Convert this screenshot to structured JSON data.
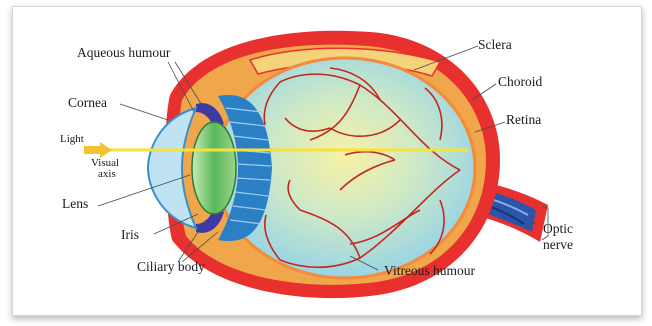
{
  "labels": {
    "aqueous_humour": "Aqueous humour",
    "cornea": "Cornea",
    "light": "Light",
    "visual_axis_1": "Visual",
    "visual_axis_2": "axis",
    "lens": "Lens",
    "iris": "Iris",
    "ciliary_body": "Ciliary body",
    "sclera": "Sclera",
    "choroid": "Choroid",
    "retina": "Retina",
    "optic_nerve_1": "Optic",
    "optic_nerve_2": "nerve",
    "vitreous_humour": "Vitreous humour"
  },
  "colors": {
    "sclera": "#e8312f",
    "choroid": "#f0a64a",
    "retina_edge": "#f58a3a",
    "vitreous": "#9fd8ec",
    "vitreous_center": "#f6f0a8",
    "vessels": "#c4261f",
    "cornea": "#bfe3f3",
    "lens": "#6fc06a",
    "iris": "#3d3aa8",
    "ciliary": "#2b7fc4",
    "optic_nerve": "#2c54a8",
    "light_arrow": "#f2c230",
    "axis_line": "#f7e23a"
  }
}
